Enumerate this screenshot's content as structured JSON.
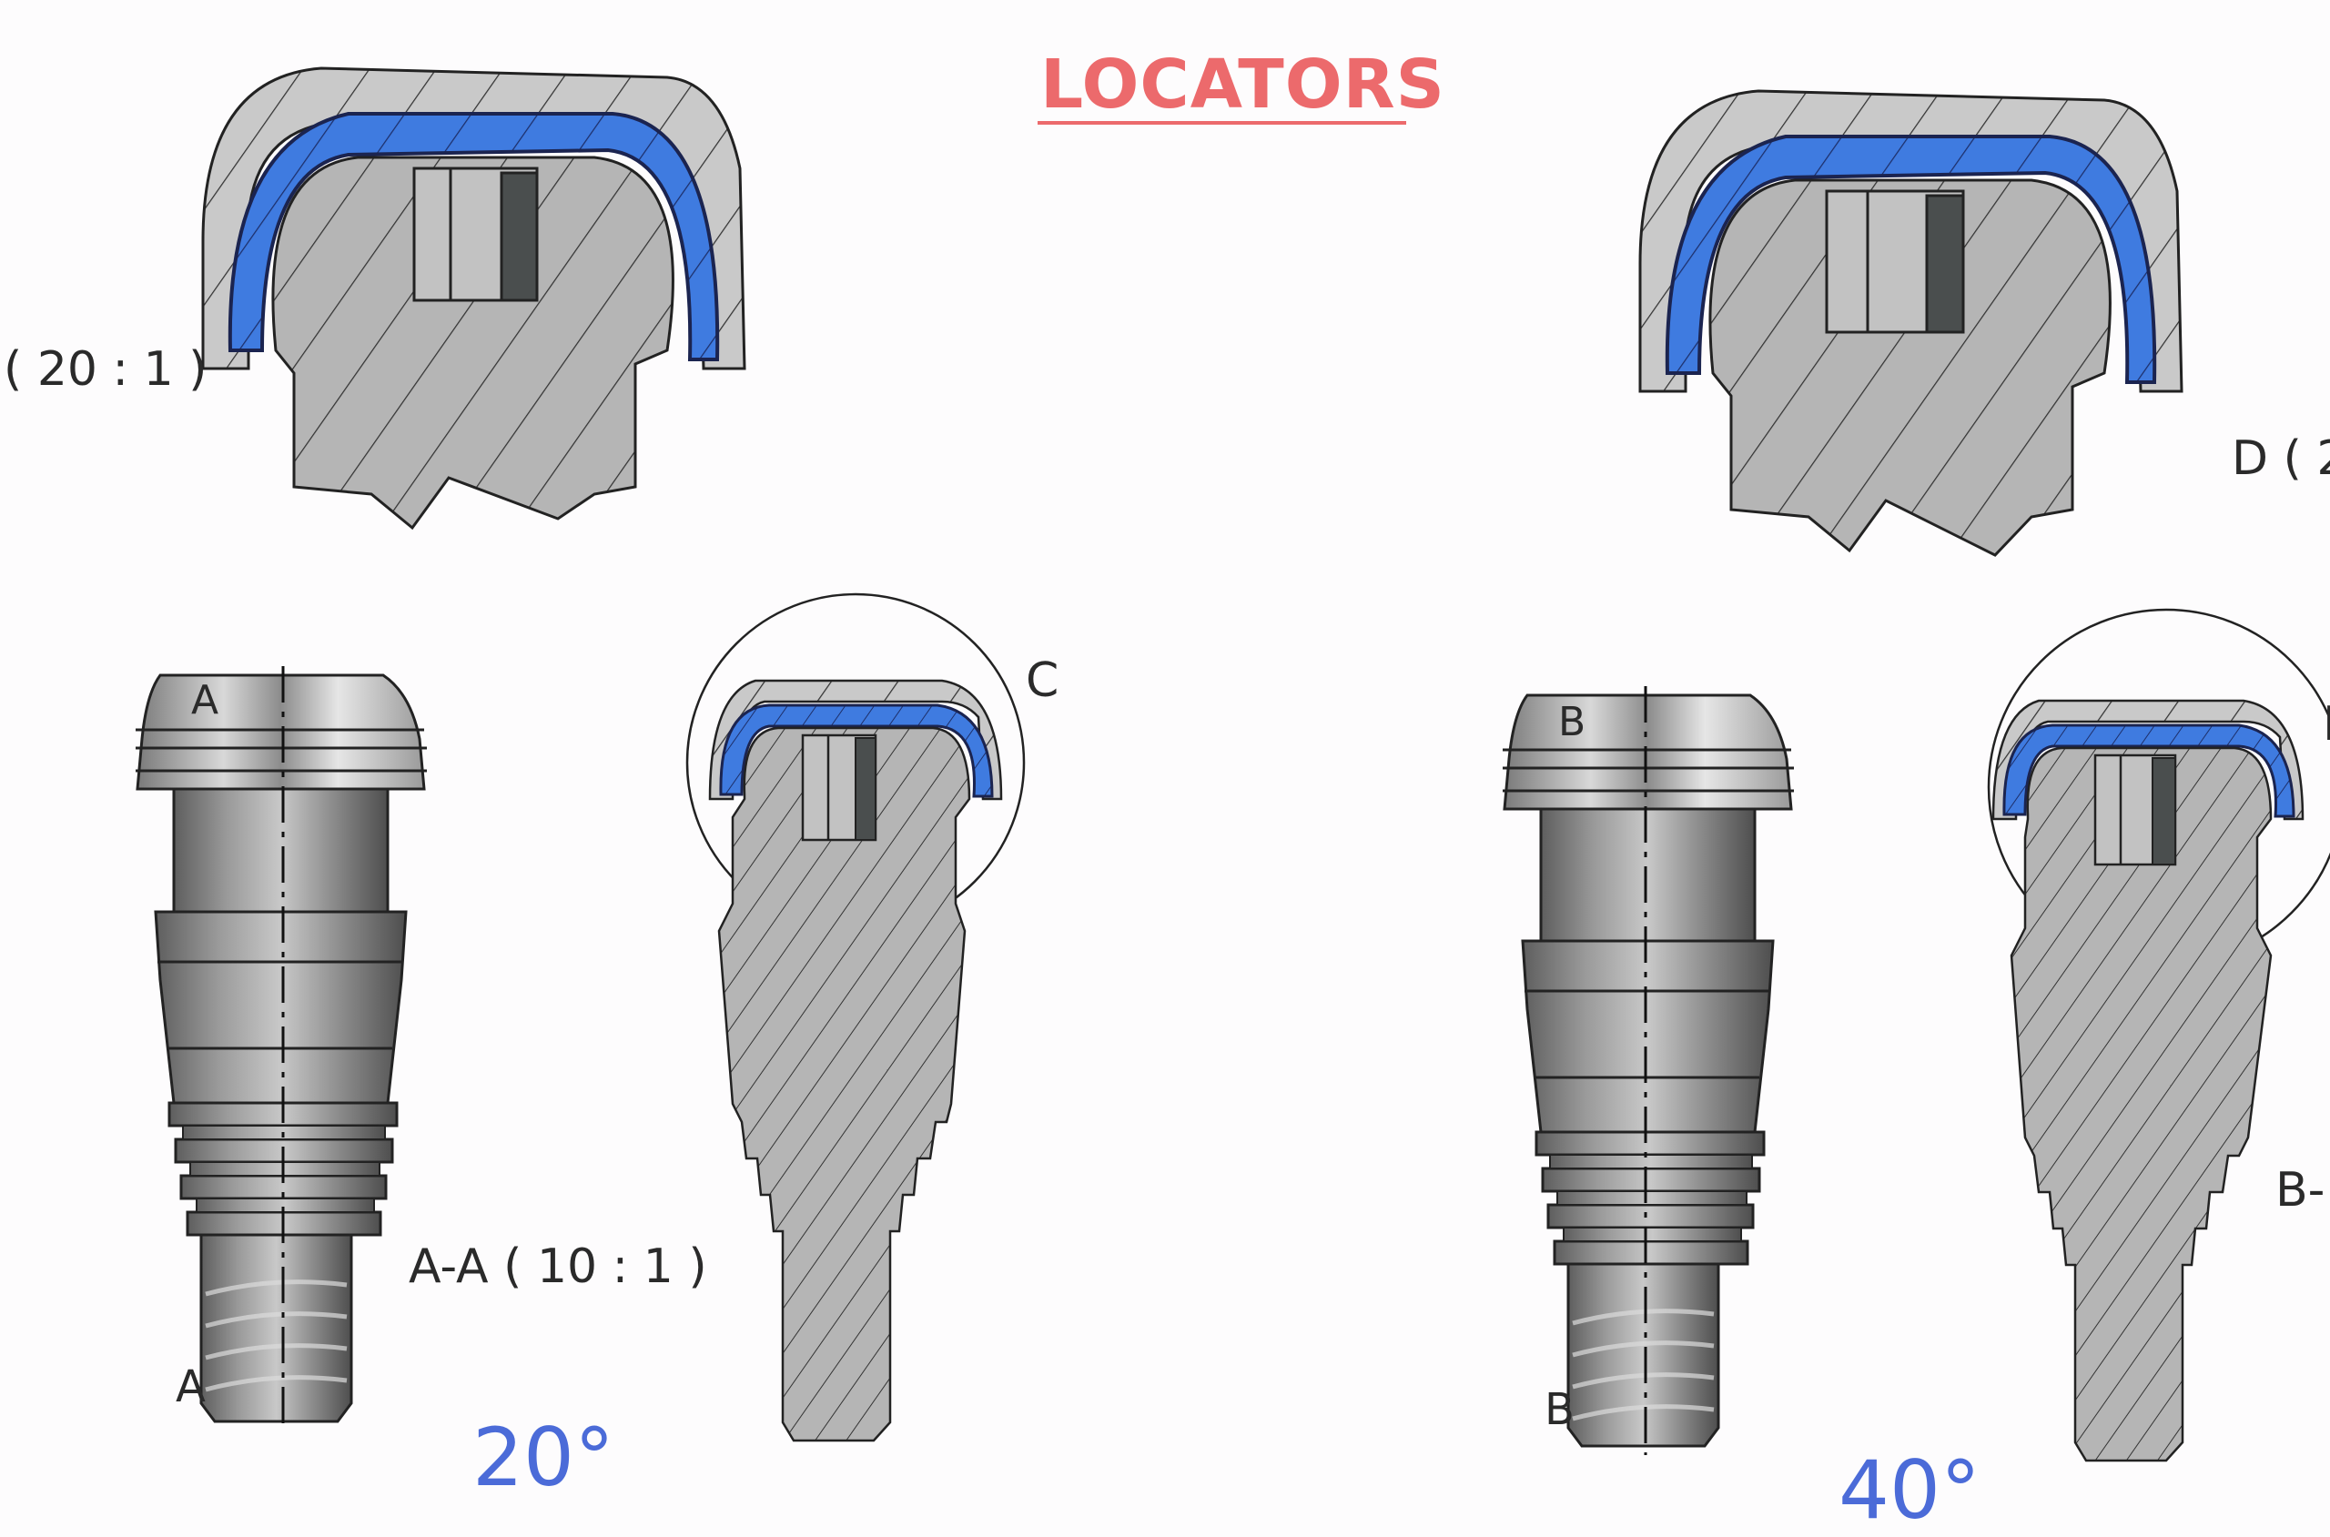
{
  "title": "LOCATORS",
  "colors": {
    "title": "#ec6a6c",
    "retention_insert": "#3f7be0",
    "metal_section": "#b4b4b4",
    "dark_insert": "#4a4e4e",
    "angle_text": "#4b6bd8",
    "background": "#fdfcfd"
  },
  "views": {
    "detail_left": {
      "scale_label": "( 20 : 1 )"
    },
    "detail_right": {
      "scale_label": "D ( 2"
    },
    "locator_left": {
      "section_marker_top": "A",
      "section_marker_bottom": "A",
      "section_label": "A-A ( 10 : 1 )",
      "detail_circle_label": "C",
      "angle_label": "20°"
    },
    "locator_right": {
      "section_marker_top": "B",
      "section_marker_bottom": "B",
      "section_label": "B-",
      "detail_circle_label": "I",
      "angle_label": "40°"
    }
  }
}
